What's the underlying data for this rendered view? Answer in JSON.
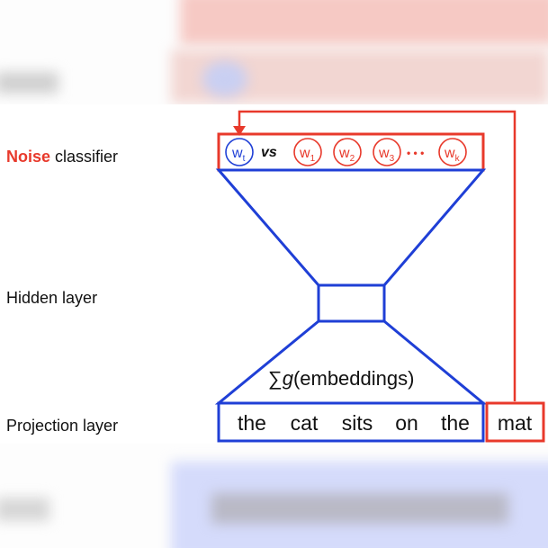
{
  "labels": {
    "noise_word": "Noise",
    "noise_rest": " classifier",
    "hidden": "Hidden layer",
    "projection": "Projection layer"
  },
  "classifier": {
    "target": {
      "base": "w",
      "sub": "t"
    },
    "vs": "vs",
    "noise": [
      {
        "base": "w",
        "sub": "1"
      },
      {
        "base": "w",
        "sub": "2"
      },
      {
        "base": "w",
        "sub": "3"
      },
      {
        "base": "w",
        "sub": "k"
      }
    ],
    "dots": "• • •"
  },
  "aggregation": {
    "sigma": "∑",
    "g": "g",
    "rest": "(embeddings)"
  },
  "context_words": [
    "the",
    "cat",
    "sits",
    "on",
    "the"
  ],
  "target_word": "mat",
  "colors": {
    "blue": "#1f3fd6",
    "red": "#e8392b",
    "text": "#111111"
  }
}
